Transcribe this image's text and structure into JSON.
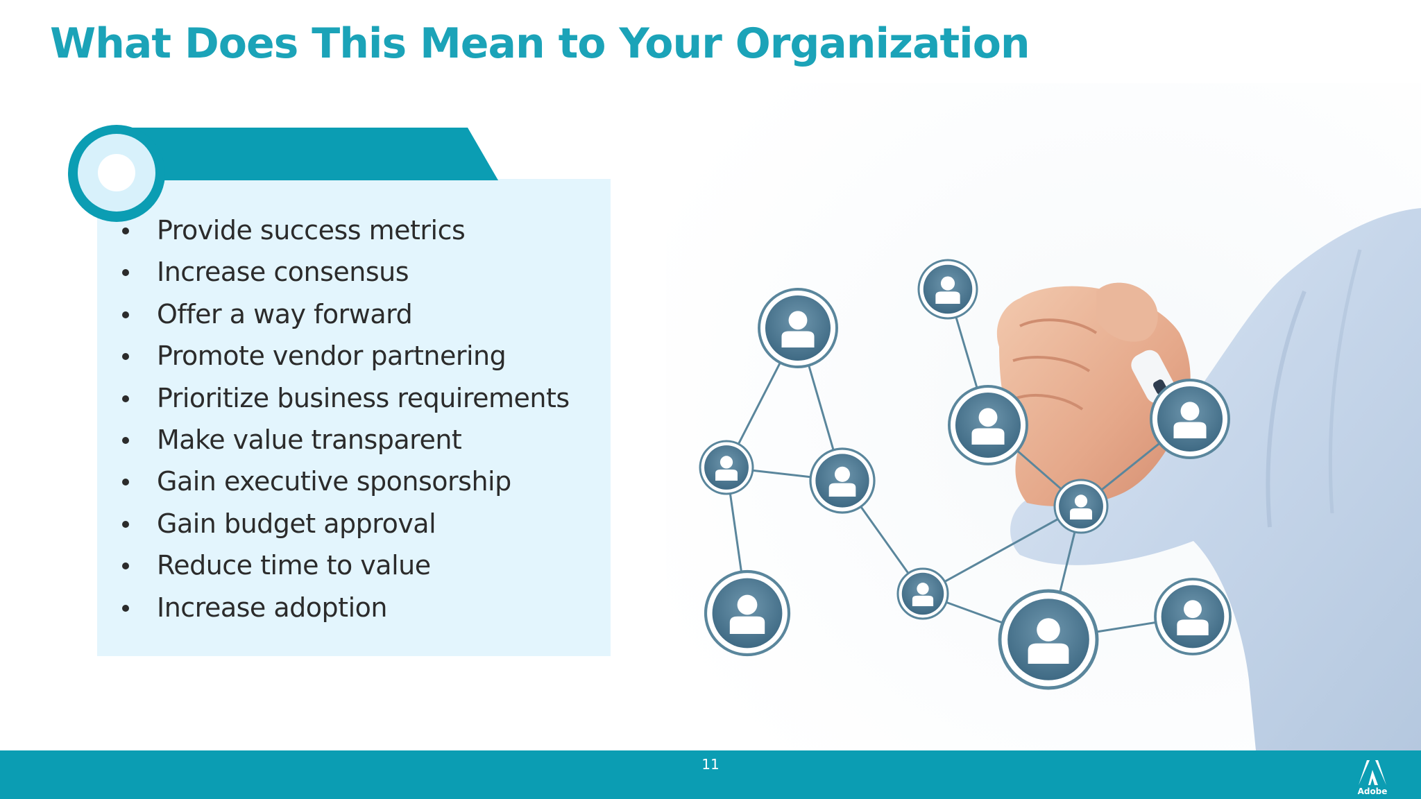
{
  "slide": {
    "title": "What Does This Mean to Your Organization",
    "bullets": [
      "Provide success metrics",
      "Increase consensus",
      "Offer a way forward",
      "Promote vendor partnering",
      "Prioritize business requirements",
      "Make value transparent",
      "Gain executive sponsorship",
      "Gain budget approval",
      "Reduce time to value",
      "Increase adoption"
    ],
    "page_number": "11",
    "logo_text": "Adobe",
    "colors": {
      "accent": "#1ba3b8",
      "band": "#0b9db3",
      "panel": "#e3f5fd",
      "node": "#4f7d96"
    }
  }
}
